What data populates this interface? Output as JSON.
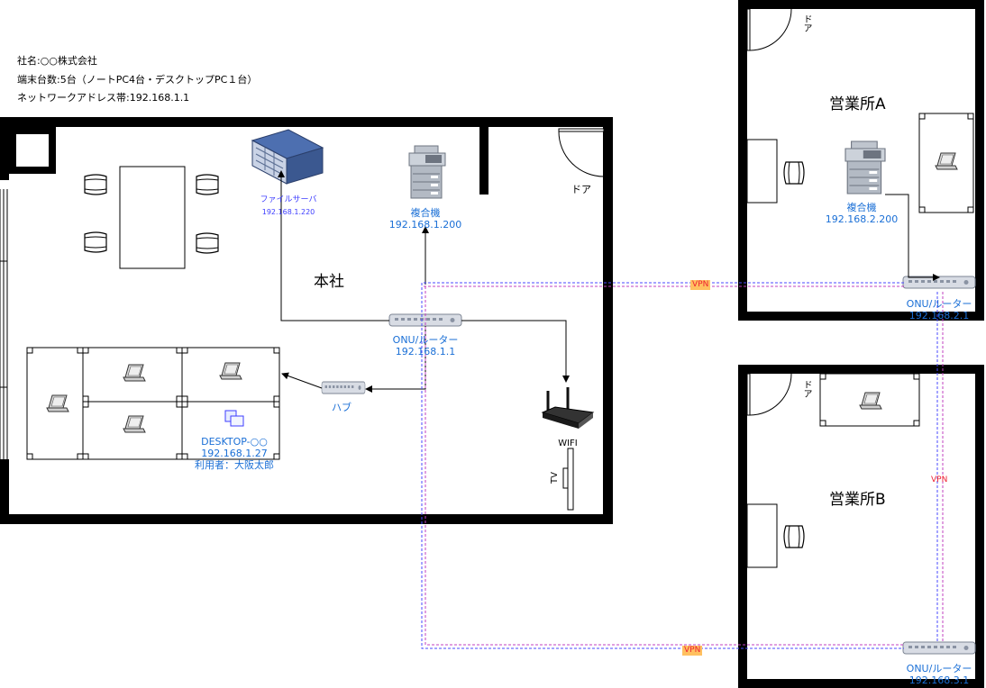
{
  "company_info": {
    "name": "社名:○○株式会社",
    "terminals": "端末台数:5台（ノートPC4台・デスクトップPC１台）",
    "network": "ネットワークアドレス帯:192.168.1.1"
  },
  "headquarters": {
    "title": "本社",
    "door": "ドア",
    "file_server": {
      "name": "ファイルサーバ",
      "ip": "192.168.1.220"
    },
    "mfp": {
      "name": "複合機",
      "ip": "192.168.1.200"
    },
    "router": {
      "name": "ONU/ルーター",
      "ip": "192.168.1.1"
    },
    "hub": {
      "name": "ハブ"
    },
    "wifi": {
      "name": "WIFI"
    },
    "tv": {
      "name": "TV"
    },
    "desktop": {
      "name": "DESKTOP-○○",
      "ip": "192.168.1.27",
      "user": "利用者：大阪太郎"
    }
  },
  "office_a": {
    "title": "営業所A",
    "door": "ドア",
    "mfp": {
      "name": "複合機",
      "ip": "192.168.2.200"
    },
    "router": {
      "name": "ONU/ルーター",
      "ip": "192.168.2.1"
    }
  },
  "office_b": {
    "title": "営業所B",
    "door": "ドア",
    "router": {
      "name": "ONU/ルーター",
      "ip": "192.168.3.1"
    }
  },
  "vpn_label": "VPN",
  "colors": {
    "wall": "#000000",
    "label_blue": "#1a6fd6",
    "vpn_line_blue": "#4a4aff",
    "vpn_line_purple": "#c040c0",
    "vpn_badge": "#ffc060",
    "vpn_text": "#e23333"
  }
}
